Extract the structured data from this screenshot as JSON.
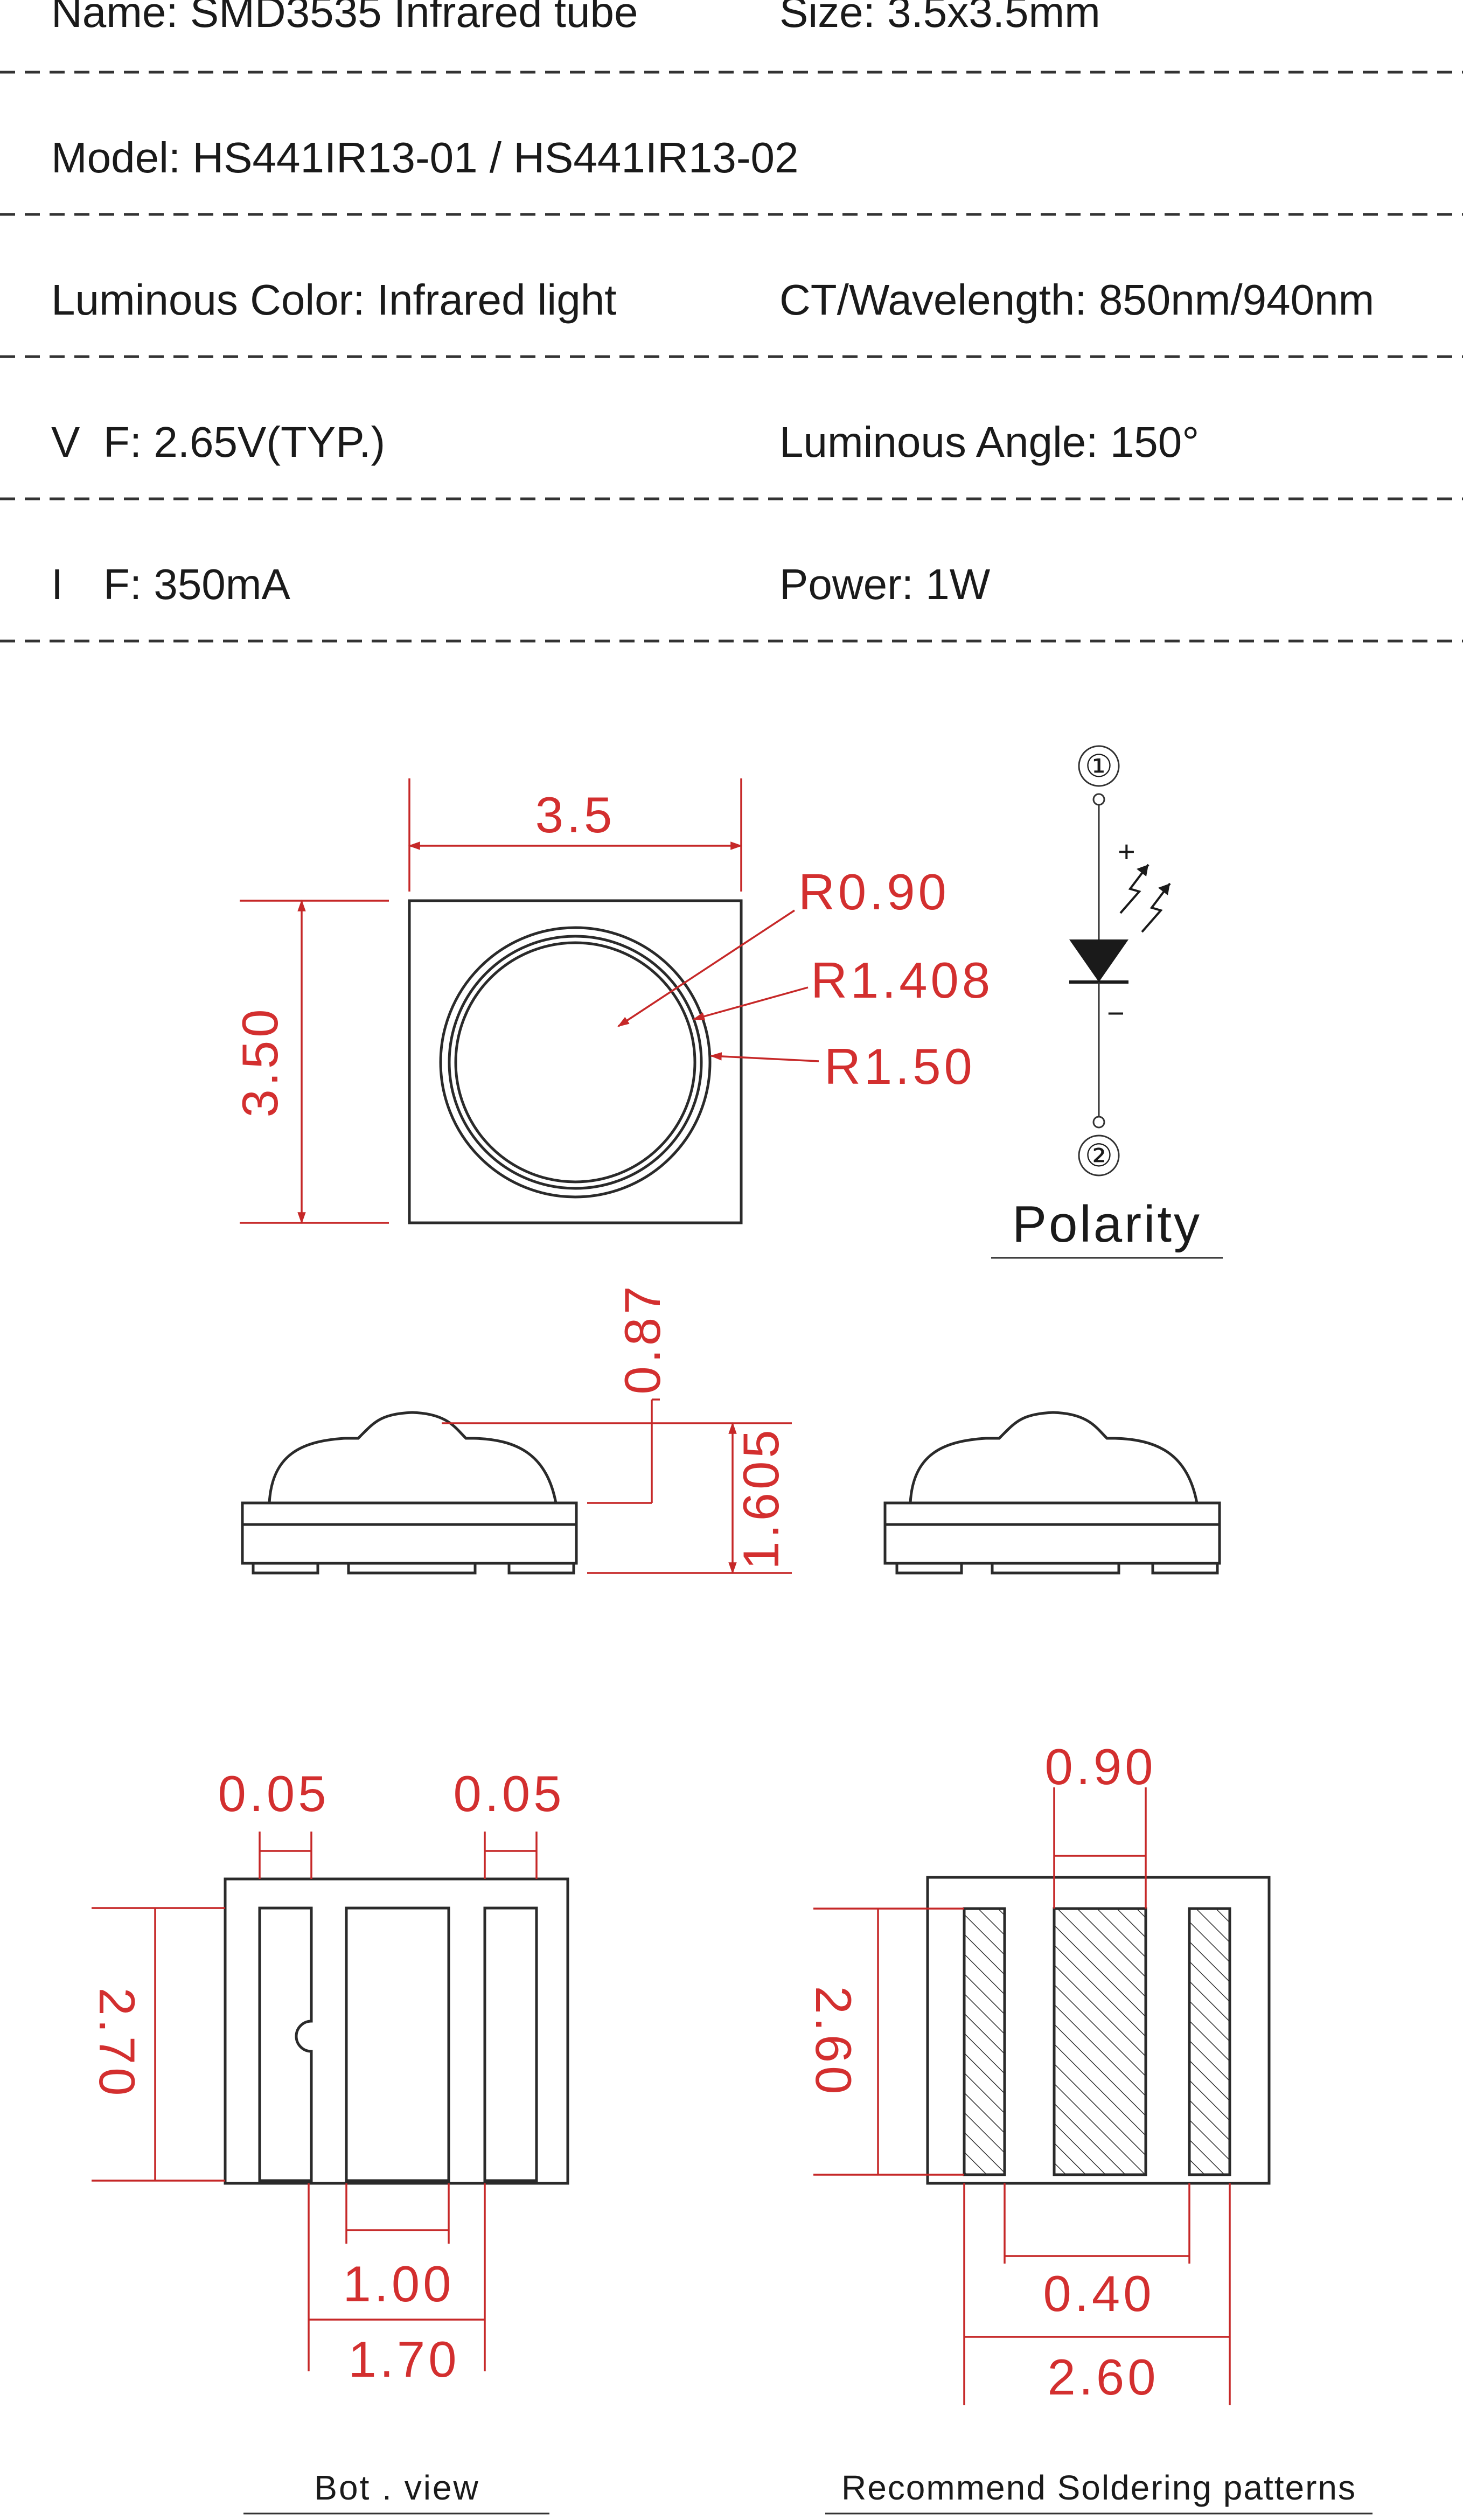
{
  "specs": {
    "name": "Name: SMD3535 Infrared tube",
    "size": "Size: 3.5x3.5mm",
    "model": "Model: HS441IR13-01 / HS441IR13-02",
    "luminous_color": "Luminous Color: Infrared light",
    "wavelength": "CT/Wavelength: 850nm/940nm",
    "vf_label": "V",
    "vf": "F: 2.65V(TYP.)",
    "angle": "Luminous  Angle: 150°",
    "if_label": "I",
    "if": "F: 350mA",
    "power": "Power: 1W"
  },
  "top_view": {
    "width": "3.5",
    "height": "3.50",
    "r_inner": "R0.90",
    "r_mid": "R1.408",
    "r_outer": "R1.50"
  },
  "polarity": {
    "pin1": "①",
    "pin2": "②",
    "plus": "+",
    "minus": "−",
    "label": "Polarity"
  },
  "side_view": {
    "dome_height": "0.87",
    "total_height": "1.605"
  },
  "bottom_view": {
    "gap_left": "0.05",
    "gap_right": "0.05",
    "pad_height": "2.70",
    "center_width": "1.00",
    "span": "1.70",
    "caption": "Bot . view"
  },
  "solder_pattern": {
    "center_width": "0.90",
    "pad_height": "2.60",
    "gap": "0.40",
    "total_width": "2.60",
    "caption": "Recommend Soldering patterns"
  }
}
